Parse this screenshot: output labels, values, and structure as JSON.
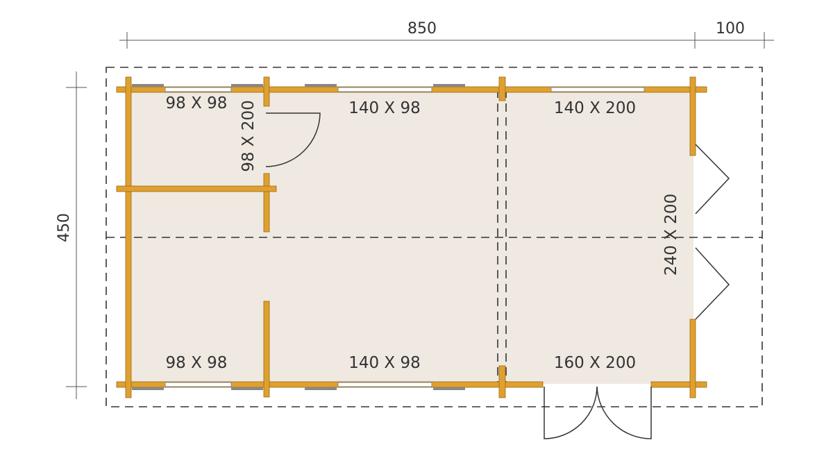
{
  "dimensions": {
    "width_main": "850",
    "width_extra": "100",
    "depth": "450"
  },
  "openings": {
    "window_top_left": "98 X 98",
    "door_internal": "98 X 200",
    "window_top_middle": "140 X 98",
    "window_top_right": "140 X 200",
    "door_side": "240 X 200",
    "window_bottom_left": "98 X 98",
    "window_bottom_middle": "140 X 98",
    "door_front": "160 X 200"
  },
  "colors": {
    "floor": "#efe9e2",
    "wall": "#e0a030",
    "wall_stroke": "#9a6a12",
    "line": "#333333"
  }
}
